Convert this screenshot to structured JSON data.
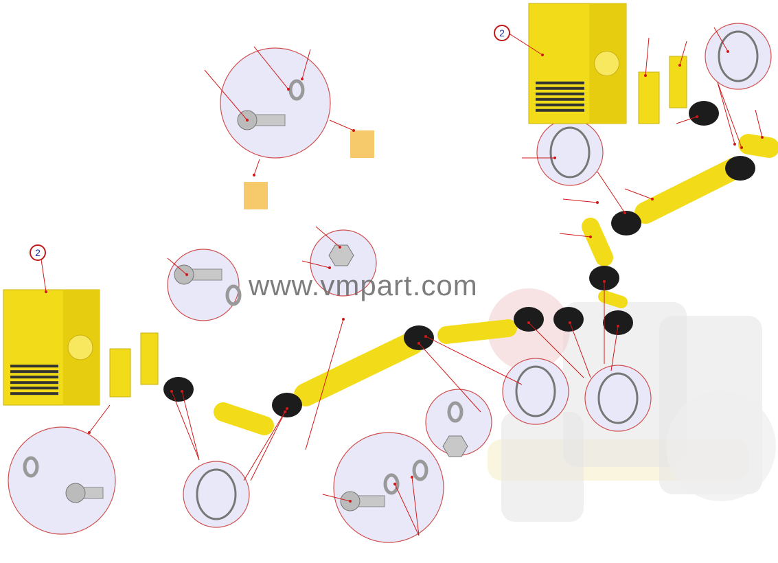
{
  "title": "Air intake system parts diagram",
  "callout_labels": [
    {
      "id": "top-right-air-cleaner",
      "text": "2"
    },
    {
      "id": "left-air-cleaner",
      "text": "2"
    }
  ],
  "watermark": "www.vmpart.com",
  "colors": {
    "part_yellow": "#f2dc1a",
    "part_shadow": "#c9b010",
    "coupling_black": "#1c1c1c",
    "leader_red": "#d01818",
    "detail_circle_fill": "#e8e8f8",
    "detail_circle_stroke": "#d05050",
    "engine_ghost": "#e6e6e6"
  }
}
